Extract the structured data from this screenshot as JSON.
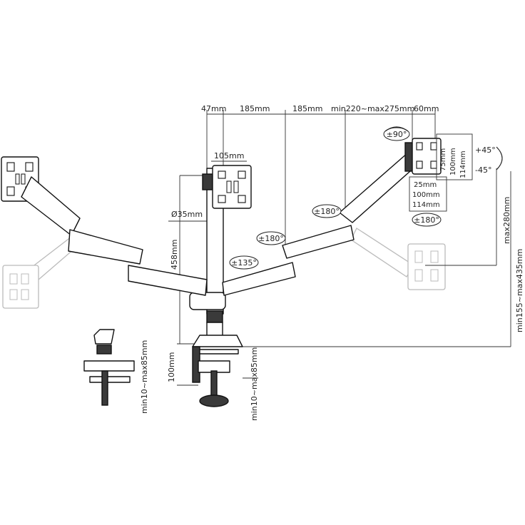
{
  "dimensions": {
    "top_47": "47mm",
    "top_185_a": "185mm",
    "top_185_b": "185mm",
    "top_min220_max275": "min220~max275mm",
    "top_60": "60mm",
    "vesa_105": "105mm",
    "pole_diameter": "Ø35mm",
    "pole_height": "458mm",
    "clamp_height": "100mm",
    "clamp_range_main": "min10~max85mm",
    "clamp_range_detail": "min10~max85mm",
    "height_max280": "max280mm",
    "height_range": "min155~max435mm",
    "vesa_75_h": "75mm",
    "vesa_100_h": "100mm",
    "vesa_114_h": "114mm",
    "vesa_75_w": "25mm",
    "vesa_100_w": "100mm",
    "vesa_114_w": "114mm"
  },
  "rotations": {
    "swivel_90": "±90°",
    "tilt_up": "+45°",
    "tilt_down": "-45°",
    "rotate_180_plate": "±180°",
    "rotate_180_right_arm": "±180°",
    "rotate_180_mid": "±180°",
    "rotate_135": "±135°"
  },
  "colors": {
    "line": "#111111",
    "ghost": "#bbbbbb",
    "dark_fill": "#3a3a3a"
  }
}
